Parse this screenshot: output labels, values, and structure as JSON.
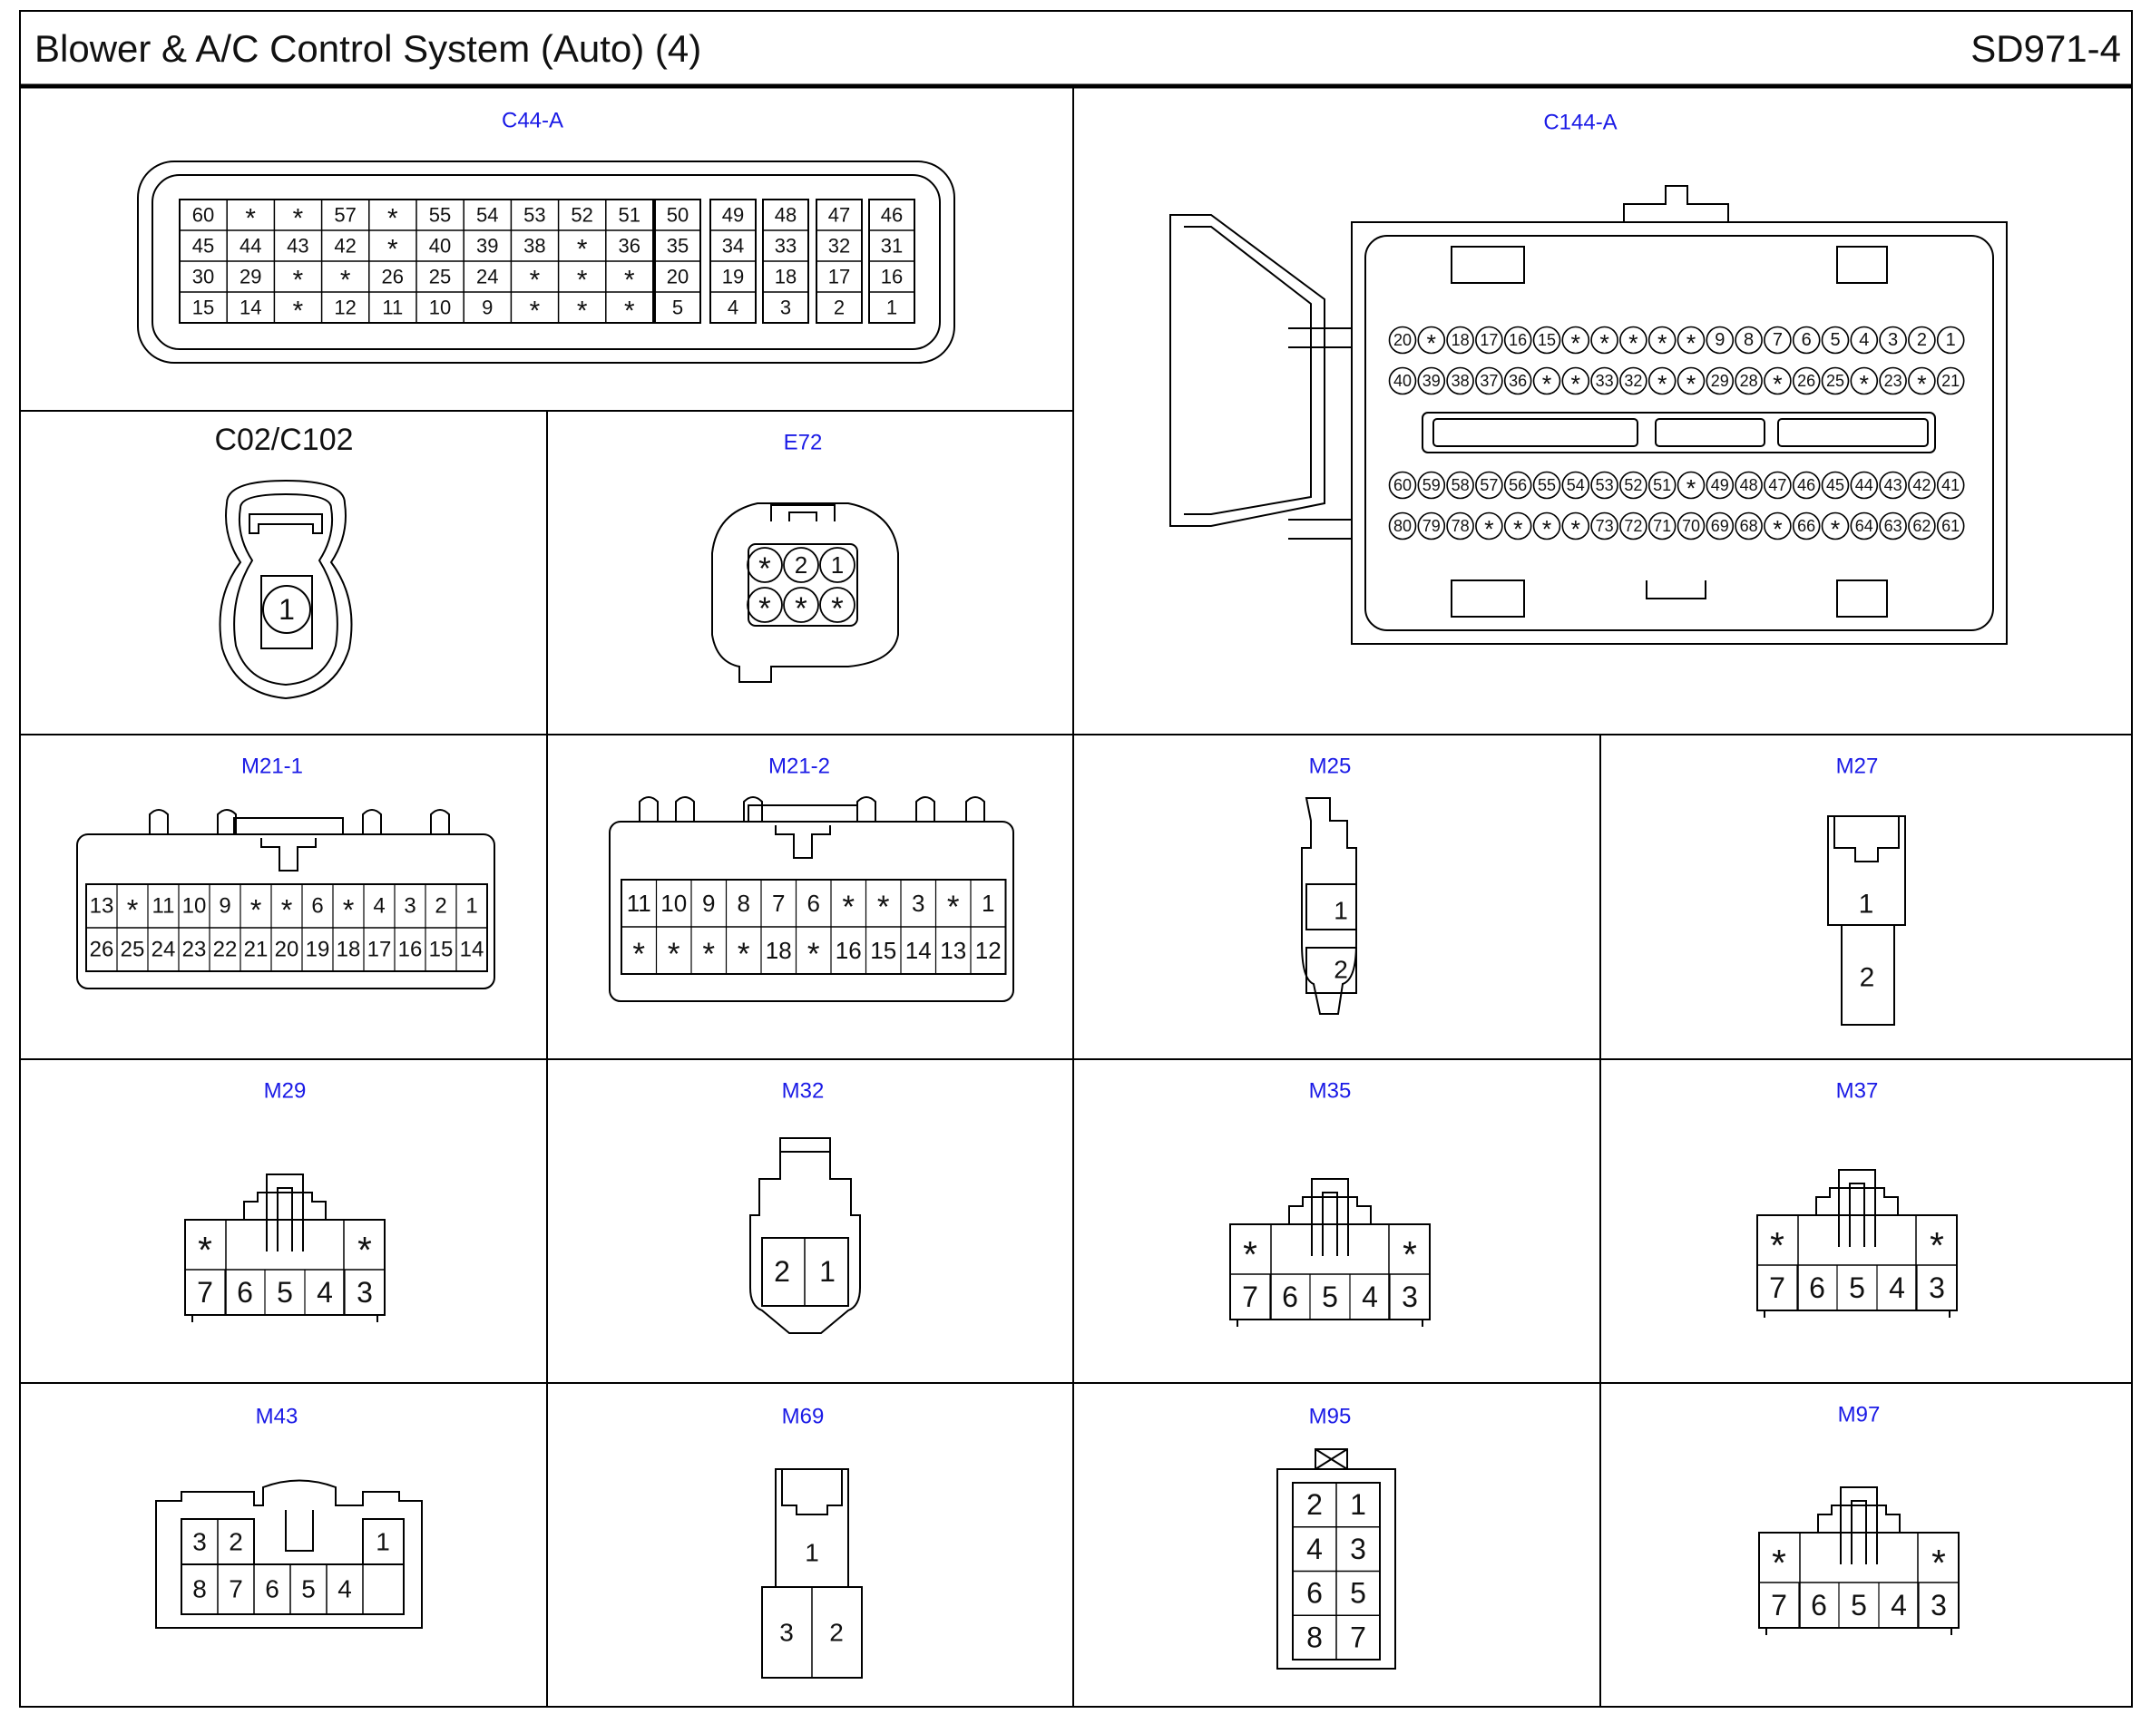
{
  "header": {
    "title": "Blower & A/C Control System (Auto) (4)",
    "code": "SD971-4"
  },
  "colors": {
    "label": "#1a1ae6",
    "line": "#000000",
    "background": "#ffffff"
  },
  "star": "*",
  "connectors": {
    "c44a": {
      "label": "C44-A",
      "rows": [
        [
          "60",
          "*",
          "*",
          "57",
          "*",
          "55",
          "54",
          "53",
          "52",
          "51",
          "50",
          "49",
          "48",
          "47",
          "46"
        ],
        [
          "45",
          "44",
          "43",
          "42",
          "*",
          "40",
          "39",
          "38",
          "*",
          "36",
          "35",
          "34",
          "33",
          "32",
          "31"
        ],
        [
          "30",
          "29",
          "*",
          "*",
          "26",
          "25",
          "24",
          "*",
          "*",
          "*",
          "20",
          "19",
          "18",
          "17",
          "16"
        ],
        [
          "15",
          "14",
          "*",
          "12",
          "11",
          "10",
          "9",
          "*",
          "*",
          "*",
          "5",
          "4",
          "3",
          "2",
          "1"
        ]
      ]
    },
    "c144a": {
      "label": "C144-A",
      "rows": [
        [
          "20",
          "*",
          "18",
          "17",
          "16",
          "15",
          "*",
          "*",
          "*",
          "*",
          "*",
          "9",
          "8",
          "7",
          "6",
          "5",
          "4",
          "3",
          "2",
          "1"
        ],
        [
          "40",
          "39",
          "38",
          "37",
          "36",
          "*",
          "*",
          "33",
          "32",
          "*",
          "*",
          "29",
          "28",
          "*",
          "26",
          "25",
          "*",
          "23",
          "*",
          "21"
        ],
        [
          "60",
          "59",
          "58",
          "57",
          "56",
          "55",
          "54",
          "53",
          "52",
          "51",
          "*",
          "49",
          "48",
          "47",
          "46",
          "45",
          "44",
          "43",
          "42",
          "41"
        ],
        [
          "80",
          "79",
          "78",
          "*",
          "*",
          "*",
          "*",
          "73",
          "72",
          "71",
          "70",
          "69",
          "68",
          "*",
          "66",
          "*",
          "64",
          "63",
          "62",
          "61"
        ]
      ]
    },
    "c02": {
      "label": "C02/C102",
      "pins": [
        "1"
      ]
    },
    "e72": {
      "label": "E72",
      "rows": [
        [
          "*",
          "2",
          "1"
        ],
        [
          "*",
          "*",
          "*"
        ]
      ]
    },
    "m21_1": {
      "label": "M21-1",
      "top": [
        "13",
        "*",
        "11",
        "10",
        "9",
        "*",
        "*",
        "6",
        "*",
        "4",
        "3",
        "2",
        "1"
      ],
      "bottom": [
        "26",
        "25",
        "24",
        "23",
        "22",
        "21",
        "20",
        "19",
        "18",
        "17",
        "16",
        "15",
        "14"
      ]
    },
    "m21_2": {
      "label": "M21-2",
      "top": [
        "11",
        "10",
        "9",
        "8",
        "7",
        "6",
        "*",
        "*",
        "3",
        "*",
        "1"
      ],
      "bottom": [
        "*",
        "*",
        "*",
        "*",
        "18",
        "*",
        "16",
        "15",
        "14",
        "13",
        "12"
      ]
    },
    "m25": {
      "label": "M25",
      "pins": [
        "1",
        "2"
      ]
    },
    "m27": {
      "label": "M27",
      "pins": [
        "1",
        "2"
      ]
    },
    "m29": {
      "label": "M29",
      "top": [
        "*",
        "*"
      ],
      "bottom": [
        "7",
        "6",
        "5",
        "4",
        "3"
      ]
    },
    "m32": {
      "label": "M32",
      "pins": [
        "2",
        "1"
      ]
    },
    "m35": {
      "label": "M35",
      "top": [
        "*",
        "*"
      ],
      "bottom": [
        "7",
        "6",
        "5",
        "4",
        "3"
      ]
    },
    "m37": {
      "label": "M37",
      "top": [
        "*",
        "*"
      ],
      "bottom": [
        "7",
        "6",
        "5",
        "4",
        "3"
      ]
    },
    "m43": {
      "label": "M43",
      "top": [
        "3",
        "2",
        "1"
      ],
      "bottom": [
        "8",
        "7",
        "6",
        "5",
        "4"
      ]
    },
    "m69": {
      "label": "M69",
      "pins": [
        "1",
        "3",
        "2"
      ]
    },
    "m95": {
      "label": "M95",
      "rows": [
        [
          "2",
          "1"
        ],
        [
          "4",
          "3"
        ],
        [
          "6",
          "5"
        ],
        [
          "8",
          "7"
        ]
      ]
    },
    "m97": {
      "label": "M97",
      "top": [
        "*",
        "*"
      ],
      "bottom": [
        "7",
        "6",
        "5",
        "4",
        "3"
      ]
    }
  }
}
